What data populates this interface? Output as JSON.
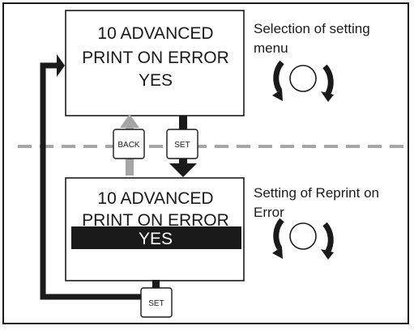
{
  "top_screen": {
    "line1": "10 ADVANCED",
    "line2": "PRINT ON ERROR",
    "line3": "YES"
  },
  "top_caption": {
    "line1": "Selection of setting",
    "line2": "menu"
  },
  "bottom_screen": {
    "line1": "10 ADVANCED",
    "line2": "PRINT ON ERROR",
    "line3_selected": "YES"
  },
  "bottom_caption": {
    "line1": "Setting of Reprint on",
    "line2": "Error"
  },
  "buttons": {
    "back": "BACK",
    "set_middle": "SET",
    "set_bottom": "SET"
  },
  "colors": {
    "border": "#1a1a1a",
    "back_arrow": "#a6a6a6",
    "dashed_divider": "#a6a6a6",
    "highlight_bg": "#1a1a1a",
    "highlight_text": "#ffffff"
  },
  "icons": {
    "dial": "rotary-dial-icon"
  }
}
